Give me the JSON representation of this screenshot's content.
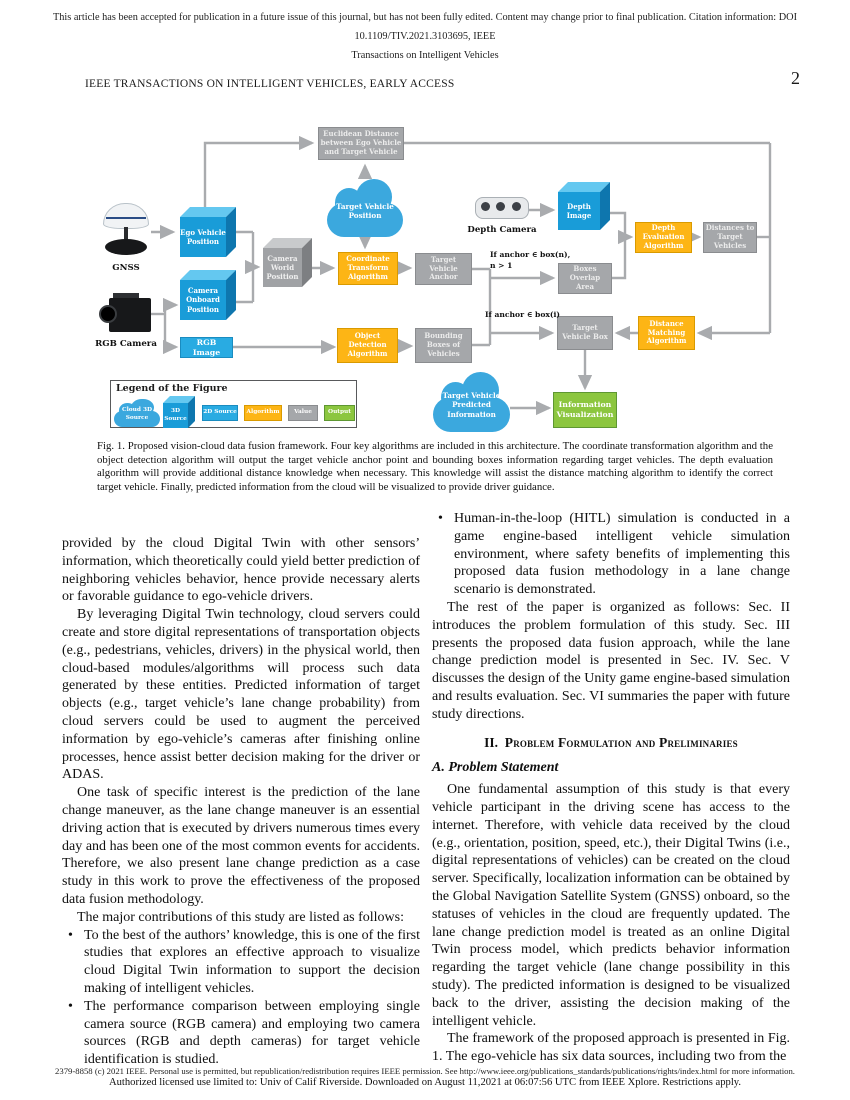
{
  "page": {
    "top_notice_line1": "This article has been accepted for publication in a future issue of this journal, but has not been fully edited. Content may change prior to final publication. Citation information: DOI 10.1109/TIV.2021.3103695, IEEE",
    "top_notice_line2": "Transactions on Intelligent Vehicles",
    "running_head": "IEEE TRANSACTIONS ON INTELLIGENT VEHICLES, EARLY ACCESS",
    "page_number": "2",
    "footer_line1": "2379-8858 (c) 2021 IEEE. Personal use is permitted, but republication/redistribution requires IEEE permission. See http://www.ieee.org/publications_standards/publications/rights/index.html for more information.",
    "footer_line2": "Authorized licensed use limited to: Univ of Calif Riverside. Downloaded on August 11,2021 at 06:07:56 UTC from IEEE Xplore.  Restrictions apply."
  },
  "figure": {
    "caption": "Fig. 1.    Proposed vision-cloud data fusion framework. Four key algorithms are included in this architecture. The coordinate transformation algorithm and the object detection algorithm will output the target vehicle anchor point and bounding boxes information regarding target vehicles. The depth evaluation algorithm will provide additional distance knowledge when necessary. This knowledge will assist the distance matching algorithm to identify the correct target vehicle. Finally, predicted information from the cloud will be visualized to provide driver guidance.",
    "colors": {
      "blue": "#29abe2",
      "gray": "#a5a7aa",
      "orange": "#fdb515",
      "green": "#8cc63f",
      "cloud_blue": "#3ba8de",
      "line": "#a9abae"
    },
    "nodes": {
      "euclidean_distance": "Euclidean Distance between Ego Vehicle and Target Vehicle",
      "target_vehicle_position": "Target Vehicle Position",
      "ego_vehicle_position": "Ego Vehicle Position",
      "camera_onboard_position": "Camera Onboard Position",
      "camera_world_position": "Camera World Position",
      "coordinate_transform": "Coordinate Transform Algorithm",
      "target_vehicle_anchor": "Target Vehicle Anchor",
      "depth_image": "Depth Image",
      "depth_evaluation": "Depth Evaluation Algorithm",
      "distances_to_target": "Distances to Target Vehicles",
      "boxes_overlap": "Boxes Overlap Area",
      "rgb_image": "RGB Image",
      "object_detection": "Object Detection Algorithm",
      "bounding_boxes": "Bounding Boxes of Vehicles",
      "target_vehicle_box": "Target Vehicle Box",
      "distance_matching": "Distance Matching Algorithm",
      "predicted_information": "Target Vehicle Predicted Information",
      "information_visualization": "Information Visualization"
    },
    "devices": {
      "gnss": "GNSS",
      "depth_camera": "Depth Camera",
      "rgb_camera": "RGB Camera"
    },
    "conditions": {
      "multi_line1": "If anchor ∈ box(n),",
      "multi_line2": "n > 1",
      "single": "If anchor ∈ box(i)"
    },
    "legend": {
      "title": "Legend of the Figure",
      "items": [
        {
          "label": "Cloud 3D Source",
          "type": "cloud"
        },
        {
          "label": "3D Source",
          "type": "box3d"
        },
        {
          "label": "2D Source",
          "type": "blue"
        },
        {
          "label": "Algorithm",
          "type": "orange"
        },
        {
          "label": "Value",
          "type": "gray"
        },
        {
          "label": "Output",
          "type": "green"
        }
      ]
    }
  },
  "article": {
    "left": {
      "p1": "provided by the cloud Digital Twin with other sensors’ information, which theoretically could yield better prediction of neighboring vehicles behavior, hence provide necessary alerts or favorable guidance to ego-vehicle drivers.",
      "p2": "By leveraging Digital Twin technology, cloud servers could create and store digital representations of transportation objects (e.g., pedestrians, vehicles, drivers) in the physical world, then cloud-based modules/algorithms will process such data generated by these entities. Predicted information of target objects (e.g., target vehicle’s lane change probability) from cloud servers could be used to augment the perceived information by ego-vehicle’s cameras after finishing online processes, hence assist better decision making for the driver or ADAS.",
      "p3": "One task of specific interest is the prediction of the lane change maneuver, as the lane change maneuver is an essential driving action that is executed by drivers numerous times every day and has been one of the most common events for accidents. Therefore, we also present lane change prediction as a case study in this work to prove the effectiveness of the proposed data fusion methodology.",
      "p4": "The major contributions of this study are listed as follows:",
      "bullet1": "To the best of the authors’ knowledge, this is one of the first studies that explores an effective approach to visualize cloud Digital Twin information to support the decision making of intelligent vehicles.",
      "bullet2": "The performance comparison between employing single camera source (RGB camera) and employing two camera sources (RGB and depth cameras) for target vehicle identification is studied."
    },
    "right": {
      "bullet3": "Human-in-the-loop (HITL) simulation is conducted in a game engine-based intelligent vehicle simulation environment, where safety benefits of implementing this proposed data fusion methodology in a lane change scenario is demonstrated.",
      "p5": "The rest of the paper is organized as follows: Sec. II introduces the problem formulation of this study. Sec. III presents the proposed data fusion approach, while the lane change prediction model is presented in Sec. IV. Sec. V discusses the design of the Unity game engine-based simulation and results evaluation. Sec. VI summaries the paper with future study directions.",
      "section_number": "II.",
      "section_title": "Problem Formulation and Preliminaries",
      "subsection": "A. Problem Statement",
      "p6": "One fundamental assumption of this study is that every vehicle participant in the driving scene has access to the internet. Therefore, with vehicle data received by the cloud (e.g., orientation, position, speed, etc.), their Digital Twins (i.e., digital representations of vehicles) can be created on the cloud server. Specifically, localization information can be obtained by the Global Navigation Satellite System (GNSS) onboard, so the statuses of vehicles in the cloud are frequently updated. The lane change prediction model is treated as an online Digital Twin process model, which predicts behavior information regarding the target vehicle (lane change possibility in this study). The predicted information is designed to be visualized back to the driver, assisting the decision making of the intelligent vehicle.",
      "p7": "The framework of the proposed approach is presented in Fig. 1. The ego-vehicle has six data sources, including two from the"
    }
  }
}
